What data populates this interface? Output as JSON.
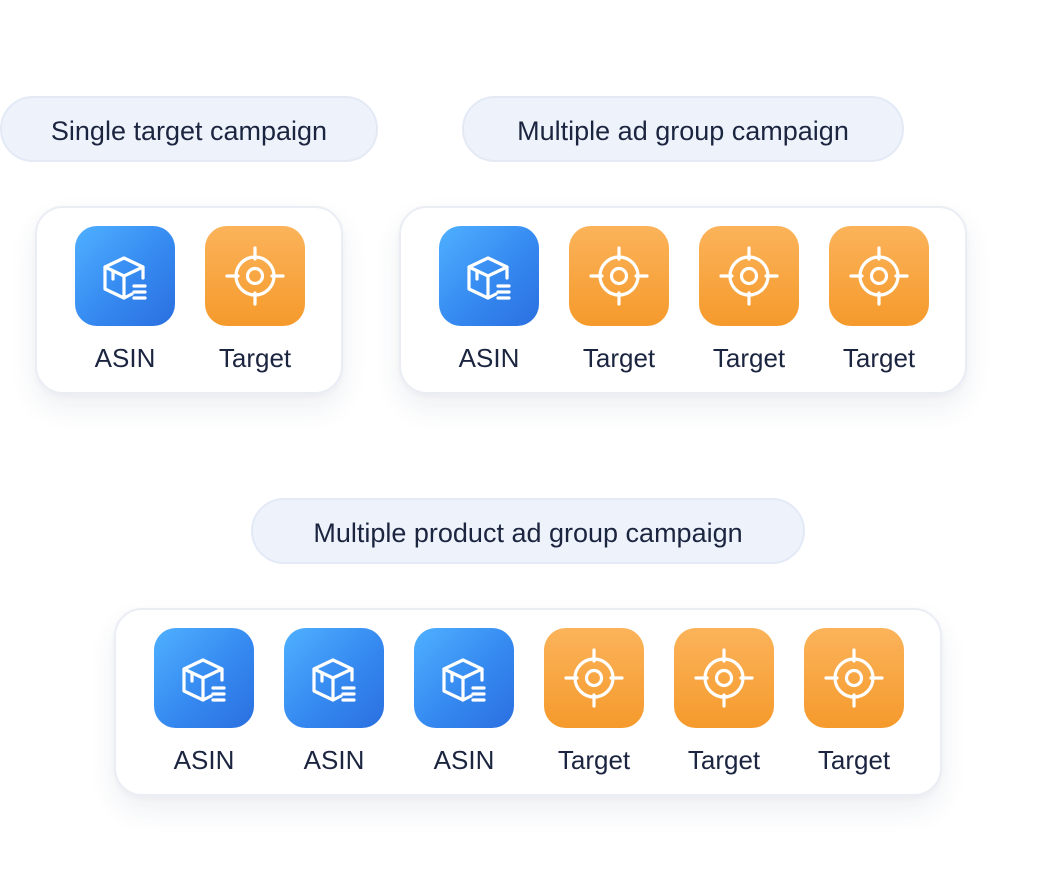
{
  "colors": {
    "asin_tile": "#3589f0",
    "target_tile": "#f59a2c",
    "pill_background": "#eef3fb",
    "text": "#1c2540"
  },
  "groups": [
    {
      "title": "Single target campaign",
      "items": [
        {
          "label": "ASIN",
          "icon": "product-box-icon"
        },
        {
          "label": "Target",
          "icon": "crosshair-target-icon"
        }
      ]
    },
    {
      "title": "Multiple ad group campaign",
      "items": [
        {
          "label": "ASIN",
          "icon": "product-box-icon"
        },
        {
          "label": "Target",
          "icon": "crosshair-target-icon"
        },
        {
          "label": "Target",
          "icon": "crosshair-target-icon"
        },
        {
          "label": "Target",
          "icon": "crosshair-target-icon"
        }
      ]
    },
    {
      "title": "Multiple product ad group campaign",
      "items": [
        {
          "label": "ASIN",
          "icon": "product-box-icon"
        },
        {
          "label": "ASIN",
          "icon": "product-box-icon"
        },
        {
          "label": "ASIN",
          "icon": "product-box-icon"
        },
        {
          "label": "Target",
          "icon": "crosshair-target-icon"
        },
        {
          "label": "Target",
          "icon": "crosshair-target-icon"
        },
        {
          "label": "Target",
          "icon": "crosshair-target-icon"
        }
      ]
    }
  ]
}
